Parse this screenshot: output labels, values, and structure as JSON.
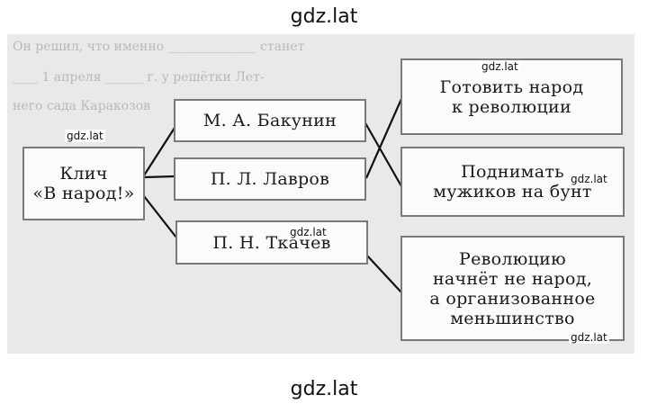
{
  "brand": {
    "top": "gdz.lat",
    "bottom": "gdz.lat"
  },
  "watermark": "gdz.lat",
  "background_text": {
    "line1": "Он решил, что именно ______________ станет",
    "line2": "____ 1 апреля ______ г. у решётки Лет-",
    "line3": "него сада Каракозов"
  },
  "center": {
    "label": "Клич\n«В народ!»"
  },
  "people": [
    {
      "label": "М. А. Бакунин"
    },
    {
      "label": "П. Л. Лавров"
    },
    {
      "label": "П. Н. Ткачев"
    }
  ],
  "ideas": [
    {
      "label": "Готовить народ\nк революции"
    },
    {
      "label": "Поднимать\nмужиков на бунт"
    },
    {
      "label": "Революцию\nначнёт не народ,\nа организованное\nменьшинство"
    }
  ],
  "colors": {
    "box_border": "#7a7a7a",
    "lines": "#111111",
    "sheet": "#e9e9e9"
  }
}
